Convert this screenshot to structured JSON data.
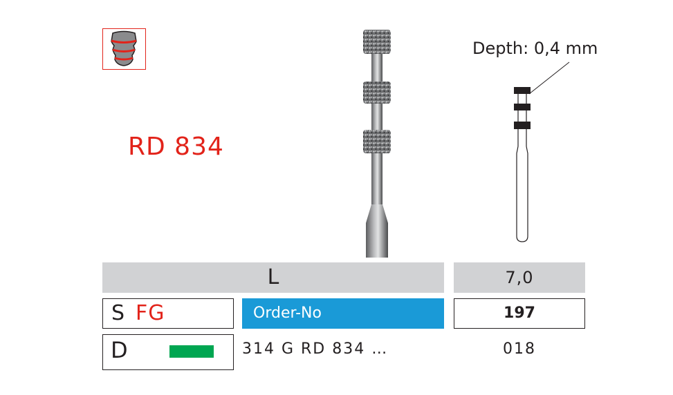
{
  "product": {
    "code": "RD 834",
    "depth_label": "Depth: 0,4 mm"
  },
  "icon": {
    "name": "tooth-depth-marker-icon",
    "accent": "#e2231a"
  },
  "table": {
    "length_label": "L",
    "length_value": "7,0",
    "shank_letter": "S",
    "shank_type": "FG",
    "order_header": "Order-No",
    "iso_size": "197",
    "grit_letter": "D",
    "grit_color": "#00a651",
    "order_number": "314 G   RD 834 …",
    "size_value": "018"
  },
  "colors": {
    "brand_red": "#e2231a",
    "header_blue": "#1a9ad7",
    "grey": "#d1d2d4",
    "grit_green": "#00a651"
  }
}
